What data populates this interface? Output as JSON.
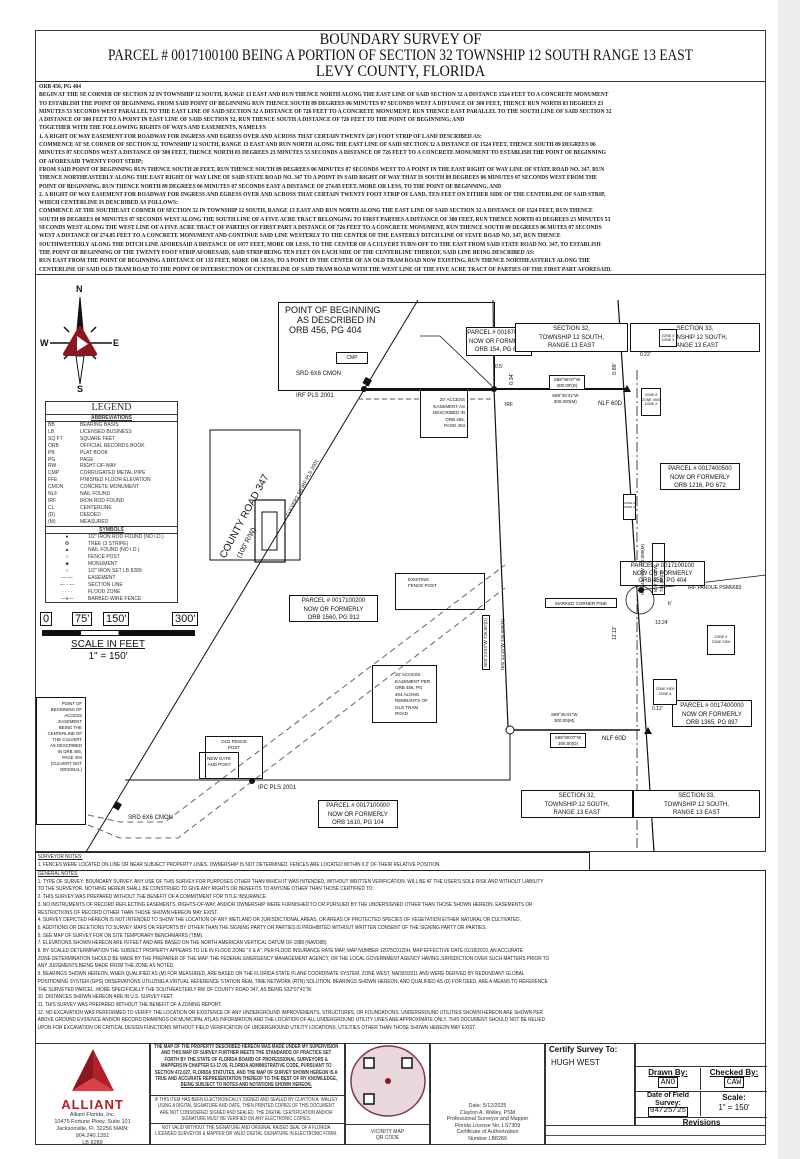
{
  "title": {
    "line1": "BOUNDARY SURVEY OF",
    "line2": "PARCEL # 0017100100 BEING A PORTION OF SECTION 32 TOWNSHIP 12 SOUTH RANGE 13 EAST",
    "line3": "LEVY COUNTY, FLORIDA"
  },
  "legal_description": [
    "ORB 456, PG 404",
    "BEGIN AT THE SE CORNER OF SECTION 32 IN TOWNSHIP 12 SOUTH, RANGE 13 EAST AND RUN THENCE NORTH ALONG THE EAST LINE OF SAID SECTION 32 A DISTANCE 1524 FEET TO A CONCRETE MONUMENT",
    "TO ESTABLISH THE POINT OF BEGINNING. FROM SAID POINT OF BEGINNING RUN THENCE SOUTH 89 DEGREES 06 MINUTES 07 SECONDS WEST A DISTANCE OF 300 FEET, THENCE RUN NORTH 03 DEGREES 23",
    "MINUTES 53 SECONDS WEST PARALLEL TO THE EAST LINE OF SAID SECTION 32 A DISTANCE OF 726 FEET TO A CONCRETE MONUMENT. RUN THENCE EAST PARALLEL TO THE SOUTH LINE OF SAID SECTION 32",
    "A DISTANCE OF 300 FEET TO A POINT IN EAST LINE OF SAID SECTION 32, RUN THENCE SOUTH A DISTANCE OF 726 FEET TO THE POINT OF BEGINNING; AND",
    "TOGETHER WITH THE FOLLOWING RIGHTS OF WAYS AND EASEMENTS, NAMELYS",
    "1. A RIGHT OF WAY EASEMENT FOR ROADWAY FOR INGRESS AND EGRESS OVER AND ACROSS THAT CERTAIN TWENTY (20') FOOT STRIP OF LAND DESCRIBED AS:",
    "COMMENCE AT SE CORNER OF SECTION 32, TOWNSHIP 12 SOUTH, RANGE 13 EAST AND RUN NORTH ALONG THE EAST LINE OF SAID SECTION 32 A DISTANCE OF 1524 FEET, THENCE SOUTH 89 DEGREES 06",
    "MINUTES 07 SECONDS WEST A DISTANCE OF 300 FEET, THENCE NORTH 03 DEGREES 23 MINUTES 53 SECONDS A DISTANCE OF 726 FEET TO A CONCRETE MONUMENT TO ESTABLISH THE POINT OF BEGINNING",
    "OF AFORESAID TWENTY FOOT STRIP;",
    "FROM SAID POINT OF BEGINNING RUN THENCE SOUTH 20 FEET, RUN THENCE SOUTH 89 DEGREES 06 MINUTES 07 SECONDS WEST TO A POINT IN THE EAST RIGHT OF WAY LINE OF STATE ROAD NO. 347, RUN",
    "THENCE NORTHEASTERLY ALONG THE EAST RIGHT OF WAY LINE OF SAID STATE ROAD NO. 347 TO A POINT IN SAID RIGHT OF WAY THAT IS SOUTH 89 DEGREES 06 MINUTES 07 SECONDS WEST FROM THE",
    "POINT OF BEGINNING, RUN THENCE NORTH 89 DEGREES 06 MINUTES 07 SECONDS EAST A DISTANCE OF 274.85 FEET, MORE OR LESS, TO THE POINT OF BEGINNING, AND",
    "2. A RIGHT OF WAY EASEMENT FOR ROADWAY FOR INGRESS AND EGRESS OVER AND ACROSS THAT CERTAIN TWENTY FOOT STRIP OF LAND, TEN FEET ON EITHER SIDE OF THE CENTERLINE OF SAID STRIP,",
    "WHICH CENTERLINE IS DESCRIBED AS FOLLOWS:",
    "COMMENCE AT THE SOUTHEAST CORNER OF SECTION 32 IN TOWNSHIP 12 SOUTH, RANGE 13 EAST AND RUN NORTH ALONG THE EAST LINE OF SAID SECTION 32 A DISTANCE OF 1524 FEET, RUN THENCE",
    "SOUTH 89 DEGREES 06 MINUTES 07 SECONDS WEST ALONG THE SOUTH LINE OF A FIVE ACRE TRACT BELONGING TO FIRST PARTIES A DISTANCE OF 300 FEET, RUN THENCE NORTH 03 DEGREES 23 MINUTES 53",
    "SECONDS WEST ALONG THE WEST LINE OF A FIVE ACRE TRACT OF PARTIES OF FIRST PART A DISTANCE OF 726 FEET TO A CONCRETE MONUMENT, RUN THENCE SOUTH 89 DEGREES 06 MUTES 07 SECONDS",
    "WEST A DISTANCE  OF 274.85 FEET TO A CONCRETE MONUMENT AND CONTINUE SAID LINE WESTERLY TO THE CENTER OF THE EASTERLY DITCH LINE OF STATE ROAD NO. 347, RUN THENCE",
    "SOUTHWESTERLY ALONG THE DITCH LINE AFORESAID A DISTANCE OF 1077 FEET, MORE OR LESS, TO THE CENTER OF A CULVERT TURN-OFF TO THE EAST FROM SAID STATE ROAD NO. 347, TO ESTABLISH",
    "THE POINT OF BEGINNING OF THE TWENTY FOOT STRIP AFORESAID, SAID STRIP BEING TEN FEET ON EACH SIDE OF THE CENTERLINE THEREOF, SAID LINE BEING DESCRIBED AS:",
    "RUN EAST FROM THE POINT OF BEGINNING A DISTANCE OF 135 FEET, MORE OR LESS, TO A POINT IN THE CENTER OF AN OLD TRAM ROAD NOW EXISTING, RUN THENCE NORTHEASTERLY ALONG THE",
    "CENTERLINE OF SAID OLD TRAM ROAD TO THE POINT OF INTERSECTION OF CENTERLINE OF SAID TRAM ROAD WITH THE WEST LINE OF THE FIVE ACRE TRACT OF PARTIES OF THE FIRST PART AFORESAID."
  ],
  "compass": {
    "n": "N",
    "s": "S",
    "e": "E",
    "w": "W"
  },
  "legend": {
    "title": "LEGEND",
    "abbrev_header": "ABBREVIATIONS",
    "abbreviations": [
      [
        "BB",
        "BEARING BASIS"
      ],
      [
        "LB",
        "LICENSED BUSINESS"
      ],
      [
        "SQ FT",
        "SQUARE FEET"
      ],
      [
        "ORB",
        "OFFICIAL RECORDS BOOK"
      ],
      [
        "PB",
        "PLAT BOOK"
      ],
      [
        "PG",
        "PAGE"
      ],
      [
        "RW",
        "RIGHT-OF-WAY"
      ],
      [
        "CMP",
        "CORRUGATED METAL PIPE"
      ],
      [
        "FFE",
        "FINISHED FLOOR ELEVATION"
      ],
      [
        "CMON",
        "CONCRETE MONUMENT"
      ],
      [
        "NLF",
        "NAIL FOUND"
      ],
      [
        "IRF",
        "IRON ROD FOUND"
      ],
      [
        "CL",
        "CENTERLINE"
      ],
      [
        "(D)",
        "DEEDED"
      ],
      [
        "(M)",
        "MEASURED"
      ]
    ],
    "symbols_header": "SYMBOLS",
    "symbols": [
      [
        "●",
        "1/2\" IRON ROD FOUND (NO I.D.)"
      ],
      [
        "❂",
        "TREE (3 STRIPE)"
      ],
      [
        "▲",
        "NAIL FOUND (NO I.D.)"
      ],
      [
        "○",
        "FENCE POST"
      ],
      [
        "■",
        "MONUMENT"
      ],
      [
        "○",
        "1/2\" IRON SET LB 8289"
      ],
      [
        "— —",
        "EASEMENT"
      ],
      [
        "— - —",
        "SECTION LINE"
      ],
      [
        "· · · ·",
        "FLOOD ZONE"
      ],
      [
        "—x—",
        "BARBED WIRE FENCE"
      ]
    ]
  },
  "scale_bar": {
    "ticks": [
      "0",
      "75'",
      "150'",
      "300'"
    ],
    "title": "SCALE IN FEET",
    "ratio": "1\" = 150'"
  },
  "map": {
    "pob": [
      "POINT OF BEGINNING",
      "AS DESCRIBED IN",
      "ORB 456, PG 404"
    ],
    "cmp": "CMP",
    "srd_top": "SRD 6X6 CMON",
    "irf_top": "IRF PLS 2001",
    "irf_right": "IRF",
    "dim_05": "0.5'",
    "dim_034": "0.34'",
    "dim_022": "0.22'",
    "dim_088": "0.88'",
    "dim_012": "0.12'",
    "dim_1324": "13.24'",
    "dim_1313": "13.13'",
    "dim_b": "b'",
    "parcel_0016700100": [
      "PARCEL # 0016700100",
      "NOW OR FORMERLY",
      "ORB 154, PG 623"
    ],
    "parcel_0017400500": [
      "PARCEL # 0017400500",
      "NOW OR FORMERLY",
      "ORB 1216, PG 672"
    ],
    "parcel_0017100100": [
      "PARCEL # 0017100100",
      "NOW OR FORMERLY",
      "ORB 456, PG 404"
    ],
    "parcel_0017100200": [
      "PARCEL # 0017100200",
      "NOW OR FORMERLY",
      "ORB 1560, PG 912"
    ],
    "parcel_0017400000": [
      "PARCEL # 0017400000",
      "NOW OR FORMERLY",
      "ORB 1365, PG 897"
    ],
    "parcel_0017100000": [
      "PARCEL # 0017100000",
      "NOW OR FORMERLY",
      "ORB 1610, PG 104"
    ],
    "section32": [
      "SECTION 32,",
      "TOWNSHIP 12 SOUTH,",
      "RANGE 13 EAST"
    ],
    "section33": [
      "SECTION 33,",
      "TOWNSHIP 12 SOUTH,",
      "RANGE 13 EAST"
    ],
    "north_bearing_d": [
      "S89°06'07\"W",
      "300.00'(D)"
    ],
    "north_bearing_m": [
      "S89°45'41\"W",
      "300.000(M)"
    ],
    "south_bearing_m": [
      "S89°45'41\"W",
      "300.00(M)"
    ],
    "south_bearing_d": [
      "S89°06'07\"W",
      "300.00(D)"
    ],
    "west_bearing_d": "N03°23'53\"W 726.00'(D)",
    "west_bearing_m": "N02°44'19\"W 726.000(M)",
    "east_bearing_m": "N02°44'19\"W 726.000(M)",
    "east_bearing_d": "N03°23'53\"W 726.00'(D)",
    "nlf_top": "NLF 60D",
    "nlf_bottom": "NLF 60D",
    "access_top": [
      "20' ACCESS",
      "EASEMENT AS",
      "DESCRIBED IN",
      "ORB 456,",
      "PAGE 404"
    ],
    "county_road": "COUNTY ROAD 347",
    "county_road_rw": "(100' R/W)",
    "culvert": "CULVERT TO IRF PLS 2001",
    "existing_fence": [
      "EXISTING",
      "FENCE POST"
    ],
    "irf_pardue": "IRF PARDUE PSM6683",
    "marked_pine": "MARKED CORNER PINE",
    "access_per": [
      "20' ACCESS",
      "EASEMENT PER",
      "ORB 456, PG",
      "404 ALONG",
      "REMNANTS OF",
      "OLD TRAM",
      "ROAD"
    ],
    "zone_xx": [
      "ZONE X",
      "ZONE X"
    ],
    "zone_ax": [
      "ZONE A",
      "ZONE X500",
      "ZONE X"
    ],
    "zone_mid": [
      "ZONE A",
      "ZONE X"
    ],
    "zone_x500": [
      "ZONE X",
      "ZONE X500"
    ],
    "zone_x500a": [
      "ZONE X500",
      "ZONE A"
    ],
    "pob_access": [
      "POINT OF",
      "BEGINNING OF",
      "ACCESS",
      "EASEMENT",
      "BEING THE",
      "CENTERLINE OF",
      "THE CULVERT",
      "AS DESCRIBED",
      "IN ORB 456,",
      "PAGE 404",
      "(CULVERT NOT",
      "ORIGINAL)"
    ],
    "srd_bottom": "SRD 6X6 CMON",
    "old_fence": [
      "OLD FENCE",
      "POST"
    ],
    "new_gate": [
      "NEW GATE",
      "AND POST"
    ],
    "ipc": "IPC PLS 2001"
  },
  "surveyor_notes": {
    "heading": "SURVEYOR NOTES:",
    "lines": [
      "1. FENCES WERE LOCATED ON LINE OR NEAR SUBJECT PROPERTY LINES. OWNERSHIP IS NOT DETERMINED. FENCES ARE LOCATED WITHIN 0.2' OF THEIR RELATIVE POSITION."
    ]
  },
  "general_notes": {
    "heading": "GENERAL NOTES:",
    "lines": [
      "1. TYPE OF SURVEY: BOUNDARY SURVEY. ANY USE OF THIS SURVEY FOR PURPOSES OTHER THAN WHICH IT WAS INTENDED, WITHOUT WRITTEN VERIFICATION, WILL BE AT THE USER'S SOLE RISK AND WITHOUT LIABILITY",
      "TO THE SURVEYOR. NOTHING HEREIN SHALL BE CONSTRUED TO GIVE ANY RIGHTS OR BENEFITS TO ANYONE OTHER THAN THOSE CERTIFIED TO.",
      "2. THIS SURVEY WAS PREPARED WITHOUT THE BENEFIT OF A COMMITMENT FOR TITLE INSURANCE.",
      "3. NO INSTRUMENTS OF RECORD REFLECTING EASEMENTS, RIGHTS-OF-WAY, AND/OR OWNERSHIP WERE FURNISHED TO OR PURSUED BY THE UNDERSIGNED OTHER THAN THOSE SHOWN HEREON. EASEMENTS OR",
      "RESTRICTIONS OF RECORD OTHER THAN THOSE SHOWN HEREON MAY EXIST.",
      "4. SURVEY DEPICTED HEREON IS NOT INTENDED TO SHOW THE LOCATION OF ANY WETLAND OR JURISDICTIONAL AREAS, OR AREAS OF PROTECTED SPECIES OF VEGETATION EITHER NATURAL OR CULTIVATED.",
      "5. ADDITIONS OR DELETIONS TO SURVEY MAPS OR REPORTS BY OTHER THAN THE SIGNING PARTY OR PARTIES IS PROHIBITED WITHOUT WRITTEN CONSENT OF THE SIGNING PARTY OR PARTIES.",
      "5. SEE MAP OF SURVEY FOR ON SITE TEMPORARY BENCHMARKS (TBM).",
      "7. ELEVATIONS SHOWN HEREON ARE IN FEET AND ARE BASED ON THE NORTH AMERICAN VERTICAL DATUM OF 1988 (NAVD88).",
      "8. BY SCALED DETERMINATION THE SUBJECT PROPERTY APPEARS TO LIE IN FLOOD ZONE \"X & A\", PER FLOOD INSURANCE RATE MAP, MAP NUMBER 12075C0120H, MAP EFFECTIVE DATE 01/18/2019, AN ACCURATE",
      "ZONE DETERMINATION SHOULD BE MADE BY THE PREPARER OF THE MAP, THE FEDERAL EMERGENCY MANAGEMENT AGENCY, OR THE LOCAL GOVERNMENT AGENCY HAVING JURISDICTION OVER SUCH MATTERS PRIOR TO",
      "ANY JUDGMENTS BEING MADE FROM THE ZONE AS NOTED.",
      "9. BEARINGS SHOWN HEREON, WHEN QUALIFIED AS (M) FOR MEASURED, ARE BASED ON THE FLORIDA STATE PLANE COORDINATE SYSTEM, ZONE WEST, NAD83/2011 AND WERE DERIVED BY REDUNDANT GLOBAL",
      "POSITIONING SYSTEM (GPS) OBSERVATIONS UTILIZING A VIRTUAL REFERENCE STATION REAL TIME NETWORK (RTN) SOLUTION. BEARINGS SHOWN HEREON, AND QUALIFIED AS (D) FOR DEED, ARE A MEANS TO REFERENCE",
      "THE SURVEYED PARCEL. MORE SPECIFICALLY THE SOUTHEASTERLY RW OF COUNTY ROAD 347, AS BEING S32°07'41\"W.",
      "10. DISTANCES SHOWN HEREON ARE IN U.S. SURVEY FEET.",
      "11. THIS SURVEY WAS PREPARED WITHOUT THE BENEFIT OF A ZONING REPORT.",
      "12. NO EXCAVATION WAS PERFORMED TO VERIFY THE LOCATION OR EXISTENCE OF ANY UNDERGROUND IMPROVEMENTS, STRUCTURES, OR FOUNDATIONS. UNDERGROUND UTILITIES SHOWN HEREON ARE SHOWN PER",
      "ABOVE GROUND EVIDENCE AND/OR RECORD DRAWINGS OR MUNICIPAL ATLAS INFORMATION AND THE LOCATION OF ALL UNDERGROUND UTILITY LINES ARE APPROXIMATE ONLY. THIS DOCUMENT SHOULD NOT BE RELIED",
      "UPON FOR EXCAVATION OR CRITICAL DESIGN FUNCTIONS WITHOUT FIELD VERIFICATION OF UNDERGROUND UTILITY LOCATIONS. UTILITIES OTHER THAN THOSE SHOWN HEREON MAY EXIST."
    ]
  },
  "title_block": {
    "company_logo": "ALLIANT",
    "company_name": "Alliant Florida, Inc.",
    "address1": "10475 Fortune Pkwy, Suite 101",
    "address2": "Jacksonville, Fl. 32256 MAIN:",
    "phone": "904.240.1351",
    "lb": "LB 8289",
    "brand_color": "#b3202a",
    "certification": "THE MAP OF THE PROPERTY DESCRIBED HEREON WAS MADE UNDER MY SUPERVISION AND THIS MAP OF SURVEY FURTHER MEETS THE STANDARDS OF PRACTICE SET FORTH BY THE STATE OF FLORIDA BOARD OF PROFESSIONAL SURVEYORS & MAPPERS IN CHAPTER 5J-17.05, FLORIDA ADMINISTRATIVE CODE, PURSUANT TO SECTION 472.027, FLORIDA STATUTES, AND THE MAP OF SURVEY SHOWN HEREON IS A TRUE AND ACCURATE REPRESENTATION THEREOF TO THE BEST OF MY KNOWLEDGE,",
    "certification_tail": "BEING SUBJECT TO NOTES AND NOTATIONS SHOWN HEREON.",
    "electronic": "IF THIS ITEM HAS BEEN ELECTRONICALLY SIGNED AND SEALED BY CLAYTON A. WALLEY USING A DIGITAL SIGNATURE AND DATE, THEN PRINTED COPIES OF THIS DOCUMENT ARE NOT CONSIDERED SIGNED AND SEALED. THE DIGITAL CERTIFICATION AND/OR SIGNATURE MUST BE VERIFIED ON ANY ELECTRONIC COPIES.",
    "not_valid": "NOT VALID WITHOUT THE SIGNATURE AND ORIGINAL RAISED SEAL OF A FLORIDA LICENSED SURVEYOR & MAPPER OR VALID DIGITAL SIGNATURE IN ELECTRONIC FORM.",
    "vicinity_label": [
      "VICINITY MAP",
      "QR CODE"
    ],
    "surveyor": [
      "Date: 5/12/2025",
      "Clayton A. Walley, PSM",
      "Professional Surveyor and Mapper",
      "Florida License No. LS7309",
      "Certificate of Authorization",
      "Number LB8289"
    ],
    "certify_label": "Certify Survey To:",
    "certify_to": "HUGH WEST",
    "drawn_by_label": "Drawn By:",
    "drawn_by": "ANO",
    "checked_by_label": "Checked By:",
    "checked_by": "CAW",
    "field_date_label": "Date of Field Survey:",
    "field_date": "04/25/25",
    "scale_label": "Scale:",
    "scale": "1\" = 150'",
    "revisions_label": "Revisions"
  }
}
